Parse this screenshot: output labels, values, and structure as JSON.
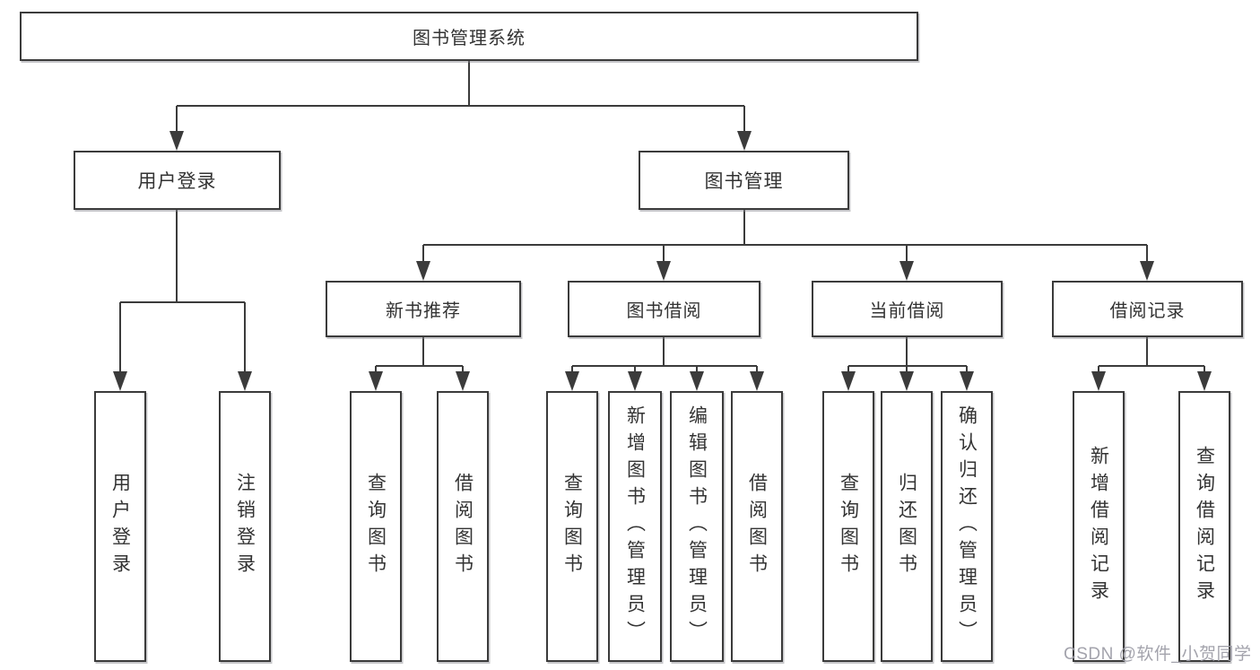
{
  "tree": {
    "root": "图书管理系统",
    "branches": [
      {
        "label": "用户登录",
        "children": [
          "用户登录",
          "注销登录"
        ]
      },
      {
        "label": "图书管理",
        "sections": [
          {
            "label": "新书推荐",
            "children": [
              "查询图书",
              "借阅图书"
            ]
          },
          {
            "label": "图书借阅",
            "children": [
              "查询图书",
              "新增图书（管理员）",
              "编辑图书（管理员）",
              "借阅图书"
            ]
          },
          {
            "label": "当前借阅",
            "children": [
              "查询图书",
              "归还图书",
              "确认归还（管理员）"
            ]
          },
          {
            "label": "借阅记录",
            "children": [
              "新增借阅记录",
              "查询借阅记录"
            ]
          }
        ]
      }
    ]
  },
  "watermark": "CSDN @软件_小贺同学",
  "colors": {
    "line": "#3b3b3b",
    "text": "#333333",
    "background": "#ffffff",
    "watermark": "#9e9ea8"
  }
}
